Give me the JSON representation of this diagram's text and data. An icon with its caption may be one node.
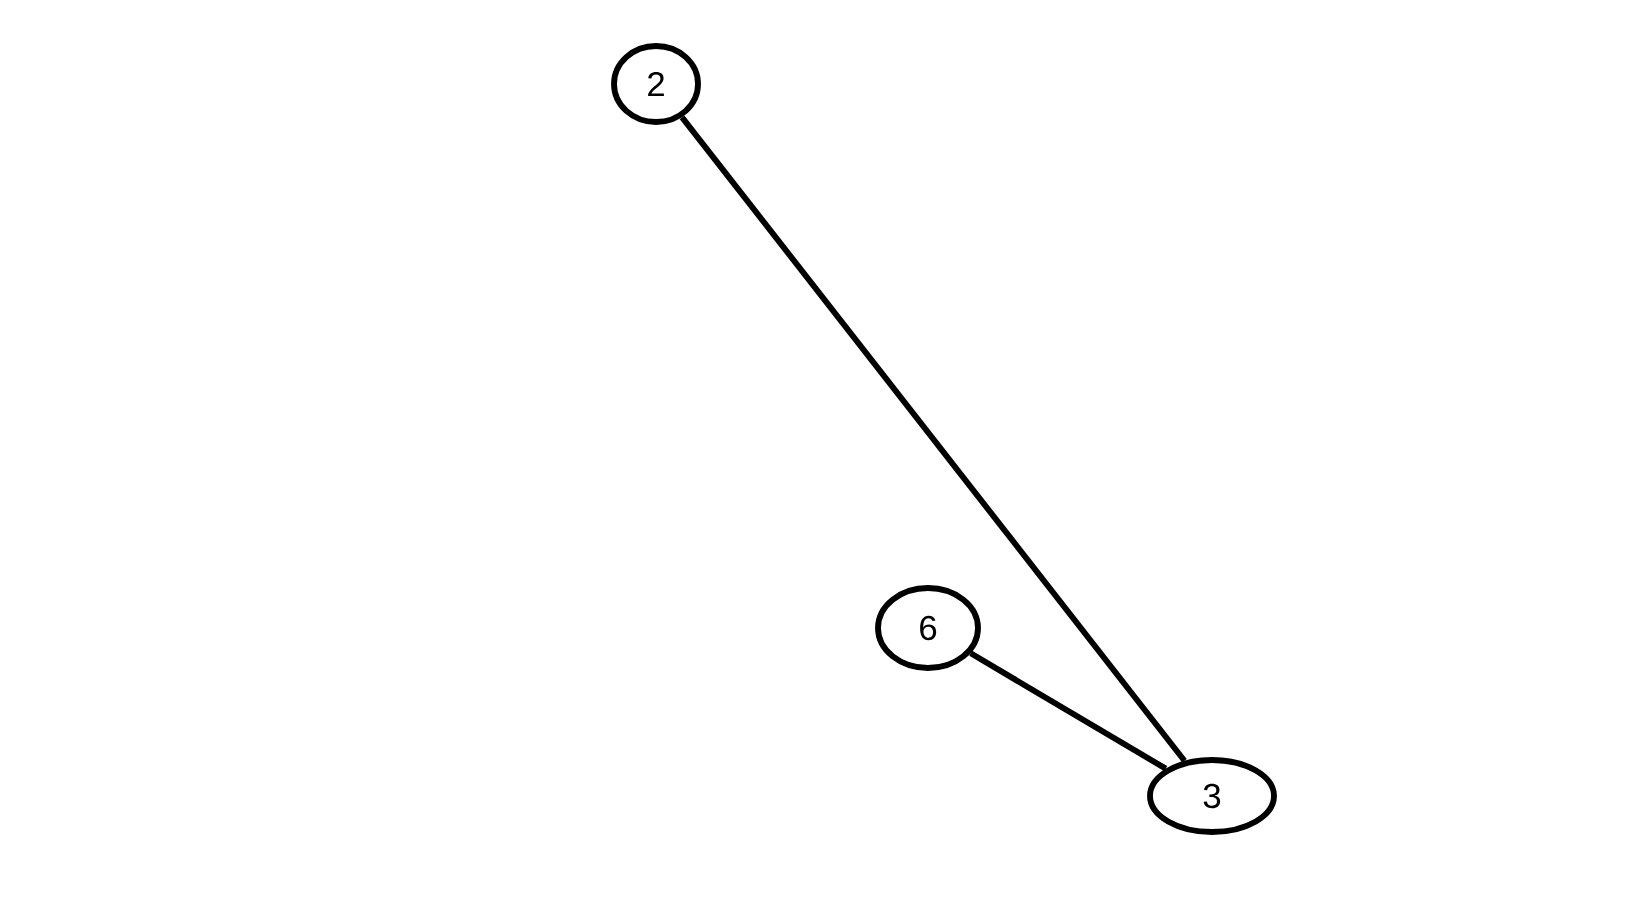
{
  "diagram": {
    "nodes": [
      {
        "text": [
          "2"
        ]
      },
      {
        "text": [
          "6"
        ]
      },
      {
        "text": [
          "3"
        ]
      }
    ],
    "edges": [
      {
        "from": 0,
        "to": 2,
        "arrow": "none"
      },
      {
        "from": 1,
        "to": 2,
        "arrow": "none"
      }
    ]
  }
}
